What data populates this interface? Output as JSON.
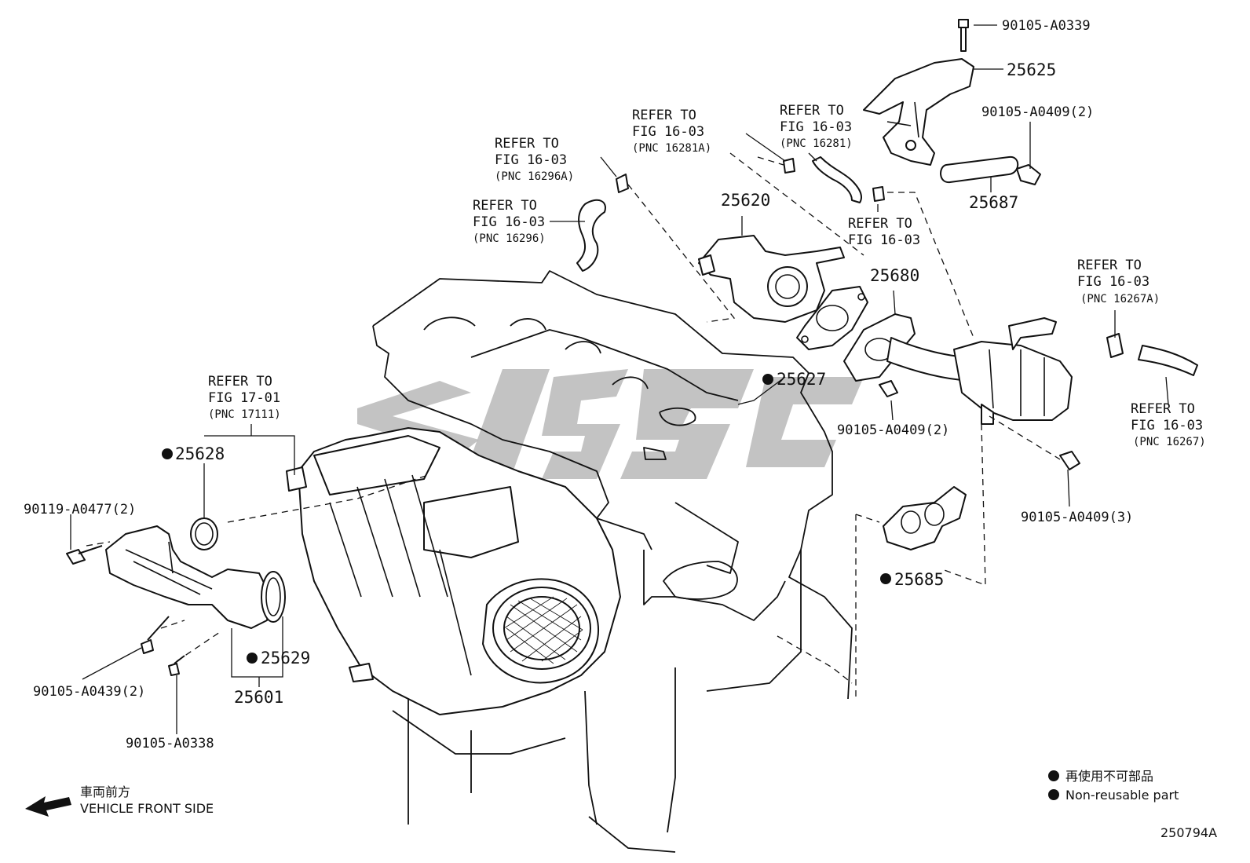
{
  "diagram_id": "250794A",
  "legend": {
    "jp_label": "再使用不可部品",
    "en_label": "Non-reusable part"
  },
  "direction": {
    "jp_label": "車両前方",
    "en_label": "VEHICLE FRONT SIDE"
  },
  "parts": {
    "p25625": "25625",
    "p25687": "25687",
    "p25620": "25620",
    "p25680": "25680",
    "p25627": "25627",
    "p25628": "25628",
    "p25629": "25629",
    "p25601": "25601",
    "p25685": "25685"
  },
  "fasteners": {
    "f_a0339": "90105-A0339",
    "f_a0409_2_top": "90105-A0409(2)",
    "f_a0409_2_mid": "90105-A0409(2)",
    "f_a0409_3": "90105-A0409(3)",
    "f_a0477": "90119-A0477(2)",
    "f_a0439": "90105-A0439(2)",
    "f_a0338": "90105-A0338"
  },
  "refs": {
    "refer_to": "REFER TO",
    "fig_16_03": "FIG 16-03",
    "fig_17_01": "FIG 17-01",
    "pnc_16281a": "(PNC 16281A)",
    "pnc_16281": "(PNC 16281)",
    "pnc_16296a": "(PNC 16296A)",
    "pnc_16296": "(PNC 16296)",
    "pnc_16267a": "(PNC 16267A)",
    "pnc_16267": "(PNC 16267)",
    "pnc_17111": "(PNC 17111)"
  }
}
